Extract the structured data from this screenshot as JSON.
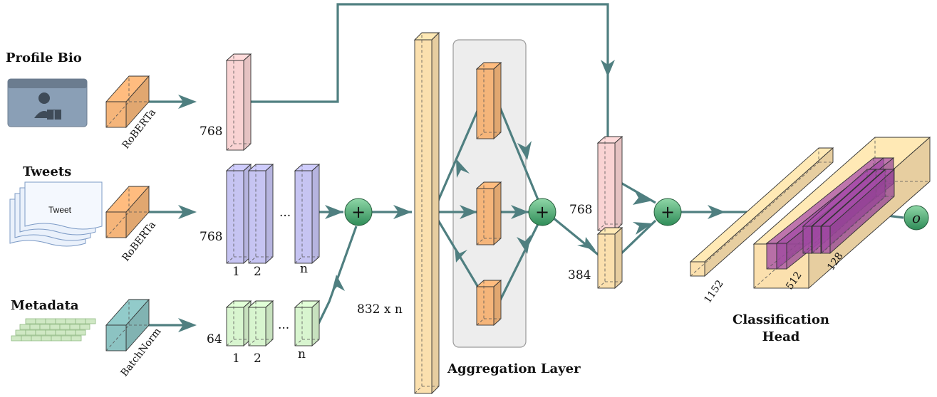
{
  "inputs": {
    "profile_title": "Profile Bio",
    "tweets_title": "Tweets",
    "tweet_card_label": "Tweet",
    "metadata_title": "Metadata"
  },
  "encoders": {
    "roberta_profile": "RoBERTa",
    "roberta_tweets": "RoBERTa",
    "batchnorm": "BatchNorm"
  },
  "dims": {
    "profile": "768",
    "tweets": "768",
    "metadata": "64",
    "concat": "832 x n",
    "merged_profile": "768",
    "merged_agg": "384",
    "head_1152": "1152",
    "head_512": "512",
    "head_128": "128"
  },
  "sequence_labels": {
    "first": "1",
    "second": "2",
    "last": "n",
    "ellipsis": "..."
  },
  "sections": {
    "aggregation": "Aggregation Layer",
    "classification_line1": "Classification",
    "classification_line2": "Head"
  },
  "operators": {
    "sum": "+"
  },
  "output": {
    "symbol": "o"
  },
  "colors": {
    "arrow": "#4f7f80",
    "pink": "#f9d3d3",
    "blue": "#c6c4f2",
    "green": "#d8f5cf",
    "orange": "#f5b57a",
    "teal": "#8cc3c2",
    "cream": "#fbe0ae",
    "purple": "#a24aa4",
    "node_green": "#3fa06a",
    "panel": "#ededed"
  }
}
